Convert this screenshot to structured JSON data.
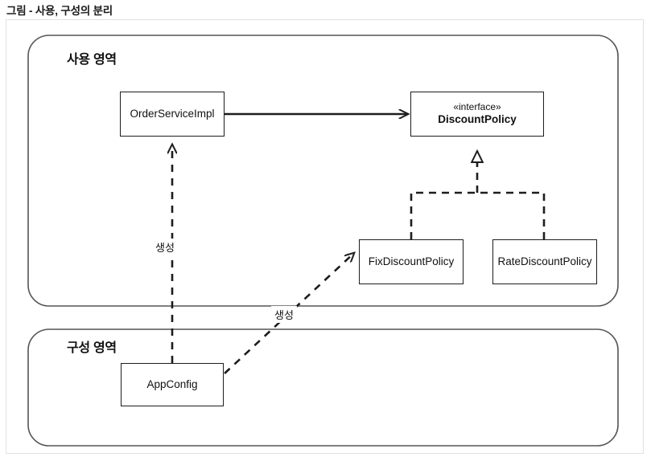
{
  "caption": "그림 - 사용, 구성의 분리",
  "zones": [
    {
      "id": "usage",
      "label": "사용 영역"
    },
    {
      "id": "config",
      "label": "구성 영역"
    }
  ],
  "nodes": [
    {
      "id": "orderserviceimpl",
      "name": "OrderServiceImpl",
      "stereotype": ""
    },
    {
      "id": "discountpolicy",
      "name": "DiscountPolicy",
      "stereotype": "«interface»"
    },
    {
      "id": "fixdiscountpolicy",
      "name": "FixDiscountPolicy",
      "stereotype": ""
    },
    {
      "id": "ratediscountpolicy",
      "name": "RateDiscountPolicy",
      "stereotype": ""
    },
    {
      "id": "appconfig",
      "name": "AppConfig",
      "stereotype": ""
    }
  ],
  "edges": [
    {
      "id": "order-uses-policy",
      "from": "OrderServiceImpl",
      "to": "DiscountPolicy",
      "style": "solid",
      "arrow": "open",
      "label": ""
    },
    {
      "id": "fix-impl-policy",
      "from": "FixDiscountPolicy",
      "to": "DiscountPolicy",
      "style": "dashed",
      "arrow": "hollow-triangle",
      "label": ""
    },
    {
      "id": "rate-impl-policy",
      "from": "RateDiscountPolicy",
      "to": "DiscountPolicy",
      "style": "dashed",
      "arrow": "hollow-triangle",
      "label": ""
    },
    {
      "id": "config-creates-order",
      "from": "AppConfig",
      "to": "OrderServiceImpl",
      "style": "dashed",
      "arrow": "open",
      "label": "생성"
    },
    {
      "id": "config-creates-fix",
      "from": "AppConfig",
      "to": "FixDiscountPolicy",
      "style": "dashed",
      "arrow": "open",
      "label": "생성"
    }
  ],
  "colors": {
    "stroke": "#1d1d1d",
    "zone_stroke": "#555555",
    "frame_stroke": "#e2e2e2",
    "text": "#111111",
    "background": "#ffffff"
  }
}
